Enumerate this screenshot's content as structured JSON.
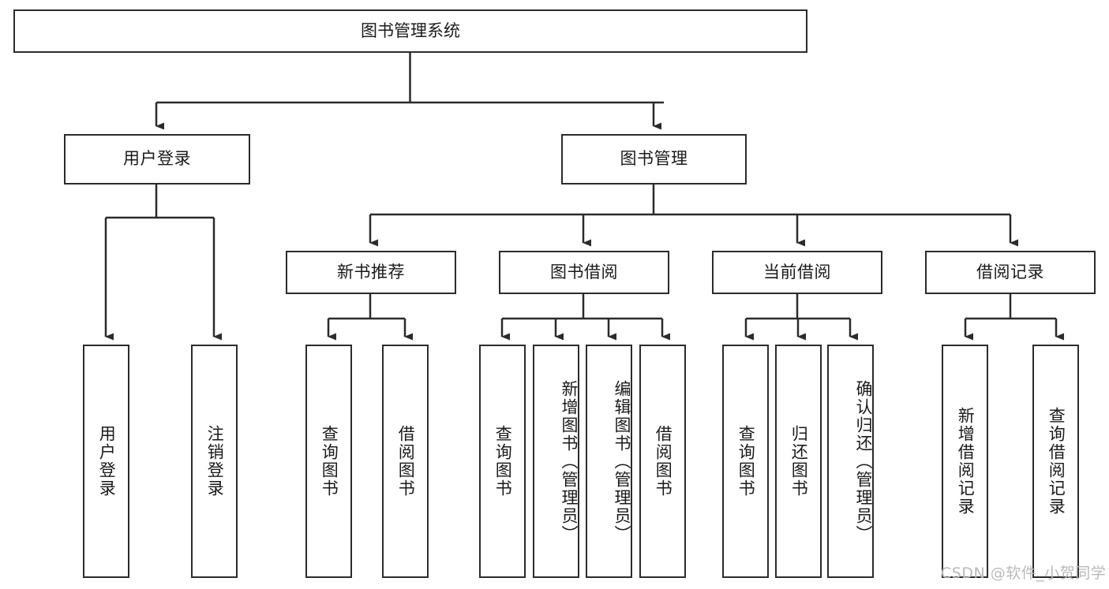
{
  "diagram": {
    "title": "图书管理系统",
    "type": "tree-hierarchy-chart",
    "root": {
      "label": "图书管理系统"
    },
    "level2": [
      {
        "label": "用户登录"
      },
      {
        "label": "图书管理"
      }
    ],
    "level3": [
      {
        "label": "新书推荐"
      },
      {
        "label": "图书借阅"
      },
      {
        "label": "当前借阅"
      },
      {
        "label": "借阅记录"
      }
    ],
    "leaves_user_login": [
      {
        "label": "用户登录"
      },
      {
        "label": "注销登录"
      }
    ],
    "leaves_new_book": [
      {
        "label": "查询图书"
      },
      {
        "label": "借阅图书"
      }
    ],
    "leaves_borrow": [
      {
        "label": "查询图书"
      },
      {
        "label": "新增图书（管理员）"
      },
      {
        "label": "编辑图书（管理员）"
      },
      {
        "label": "借阅图书"
      }
    ],
    "leaves_current": [
      {
        "label": "查询图书"
      },
      {
        "label": "归还图书"
      },
      {
        "label": "确认归还（管理员）"
      }
    ],
    "leaves_records": [
      {
        "label": "新增借阅记录"
      },
      {
        "label": "查询借阅记录"
      }
    ]
  },
  "watermark": {
    "text": "CSDN @软件_小贺同学"
  },
  "colors": {
    "stroke": "#2b2b2b",
    "fill": "#ffffff",
    "text": "#1a1a1a",
    "watermark": "#b9b9b9"
  }
}
